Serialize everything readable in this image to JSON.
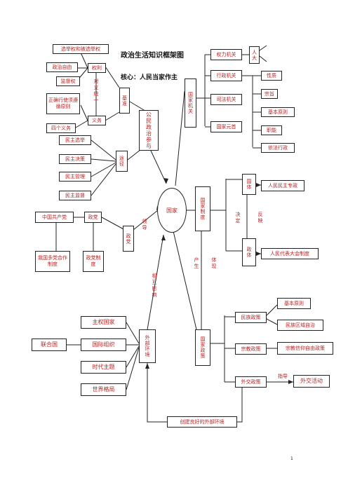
{
  "title": "政治生活知识框架图",
  "subtitle": "核心：人民当家作主",
  "page_number": "1",
  "nodes": {
    "election": "选举权和被选举权",
    "freedom": "政治自由",
    "supervision": "监督权",
    "rights": "权利",
    "correct_use": "正确行使须遵循原则",
    "duties": "义务",
    "four_duties": "四个义务",
    "unity": "对立统一",
    "basis": "基准",
    "citizen_participation": "公民政治参与",
    "democratic_election": "民主选举",
    "democratic_decision": "民主决策",
    "democratic_management": "民主管理",
    "democratic_supervision": "民主监督",
    "channel": "途径",
    "cpc": "中国共产党",
    "party": "政党",
    "multi_party": "我国多党合作制度",
    "party_system": "政党制度",
    "ruling_party": "政党",
    "lead": "领导",
    "state": "国家",
    "state_organs": "国家机关",
    "power_organ": "权力机关",
    "renda": "人大",
    "administrative_organ": "行政机关",
    "judicial_organ": "司法机关",
    "head_of_state": "国家元首",
    "nature": "性质",
    "purpose": "宗旨",
    "basic_principle": "基本原则",
    "functions": "职能",
    "rule_by_law": "依法行政",
    "state_system": "国家制度",
    "guoti": "国体",
    "zhengti": "政体",
    "decide": "决定",
    "reflect": "反映",
    "produce": "产生",
    "embody": "体现",
    "peoples_dictatorship": "人民民主专政",
    "peoples_congress": "人民代表大会制度",
    "mutual_influence": "相互影响",
    "sovereign_state": "主权国家",
    "intl_org": "国际组织",
    "un": "联合国",
    "theme": "时代主题",
    "world_pattern": "世界格局",
    "external_env": "外部环境",
    "state_policy": "国家政策",
    "ethnic_policy": "民族政策",
    "ethnic_basic": "基本原则",
    "regional_autonomy": "民族区域自治",
    "religious_policy": "宗教政策",
    "religious_freedom": "宗教信仰自由政策",
    "foreign_policy": "外交政策",
    "guide": "指导",
    "diplomacy": "外交活动",
    "good_env": "创建良好的外部环境"
  }
}
